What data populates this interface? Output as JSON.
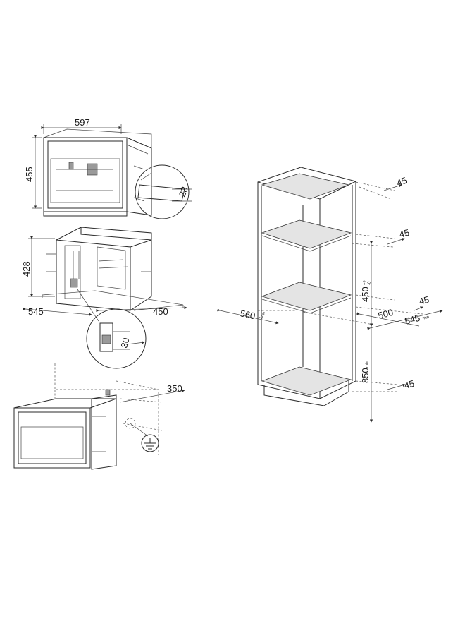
{
  "oven_top": {
    "width": "597",
    "height": "455",
    "detail": "23"
  },
  "oven_middle": {
    "height": "428",
    "depth": "545",
    "width": "450",
    "detail": "30"
  },
  "oven_bottom": {
    "dimension": "350"
  },
  "cabinet": {
    "top_gap_1": "45",
    "top_gap_2": "45",
    "niche_height": "450",
    "niche_height_tol": "+2\n-0",
    "depth_inner": "500",
    "gap_right": "45",
    "depth_total": "545",
    "depth_total_suffix": "min",
    "width": "560",
    "width_tol": "+8\n-0",
    "base_height": "850",
    "base_height_suffix": "min",
    "bottom_gap": "45"
  },
  "colors": {
    "line": "#2a2a2a",
    "shelf_fill": "#e4e4e4"
  }
}
